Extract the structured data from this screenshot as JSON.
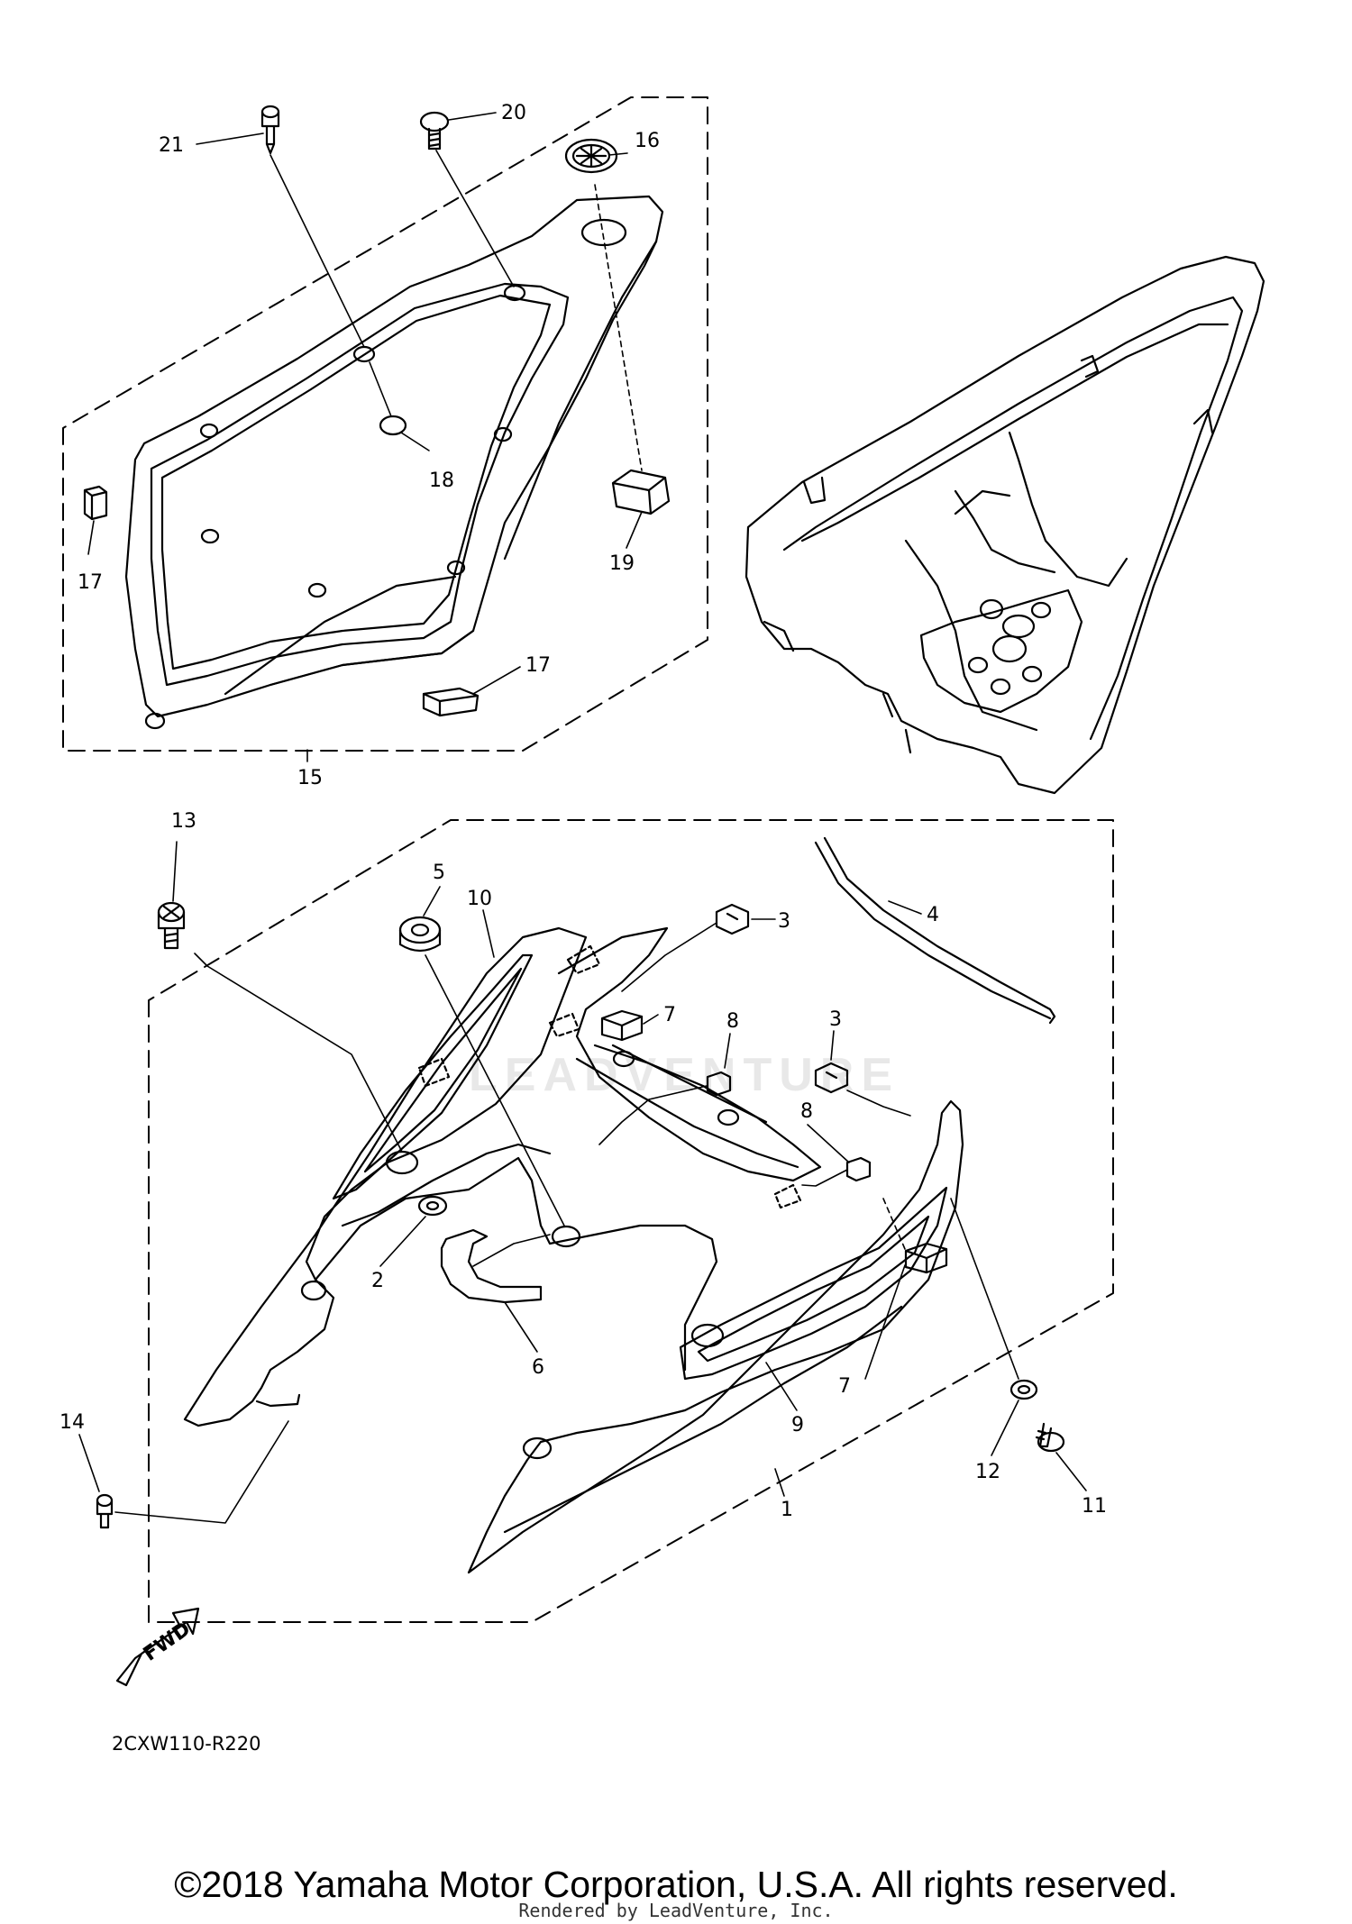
{
  "diagram": {
    "labels": {
      "p1": "1",
      "p2": "2",
      "p3a": "3",
      "p3b": "3",
      "p4": "4",
      "p5": "5",
      "p6": "6",
      "p7a": "7",
      "p7b": "7",
      "p8a": "8",
      "p8b": "8",
      "p9": "9",
      "p10": "10",
      "p11": "11",
      "p12": "12",
      "p13": "13",
      "p14": "14",
      "p15": "15",
      "p16": "16",
      "p17a": "17",
      "p17b": "17",
      "p18": "18",
      "p19": "19",
      "p20": "20",
      "p21": "21"
    },
    "fwd_label": "FWD",
    "drawing_code": "2CXW110-R220",
    "watermark": "LEADVENTURE"
  },
  "footer": {
    "copyright": "©2018 Yamaha Motor Corporation, U.S.A. All rights reserved.",
    "rendered_by": "Rendered by LeadVenture, Inc."
  }
}
